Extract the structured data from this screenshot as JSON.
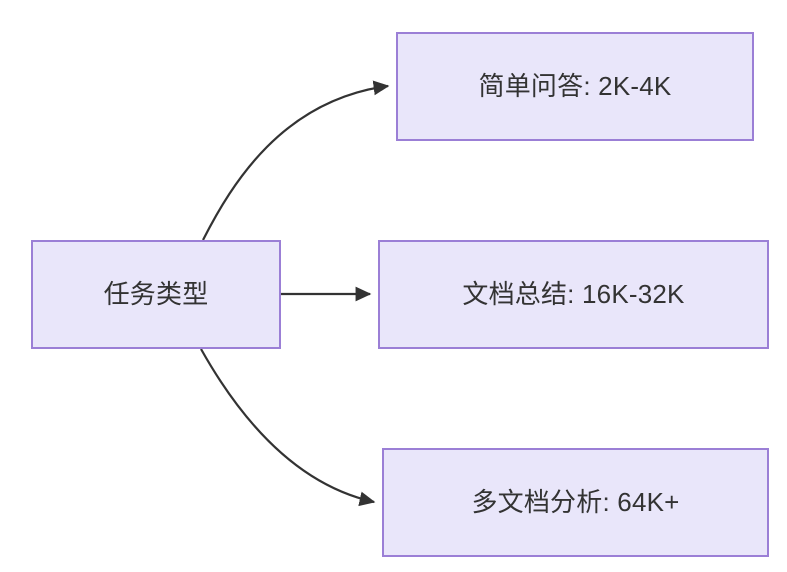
{
  "diagram": {
    "type": "flowchart",
    "direction": "left-to-right",
    "background_color": "#ffffff",
    "node_fill_color": "#e9e6fa",
    "node_border_color": "#9b7fd6",
    "node_text_color": "#333333",
    "edge_color": "#333333",
    "root": {
      "id": "root",
      "label": "任务类型"
    },
    "branches": [
      {
        "id": "simple-qa",
        "label": "简单问答: 2K-4K",
        "edge_style": "curved-up",
        "arrow": "arrowhead-right"
      },
      {
        "id": "doc-summary",
        "label": "文档总结: 16K-32K",
        "edge_style": "straight",
        "arrow": "arrowhead-right"
      },
      {
        "id": "multi-doc",
        "label": "多文档分析: 64K+",
        "edge_style": "curved-down",
        "arrow": "arrowhead-right"
      }
    ]
  }
}
